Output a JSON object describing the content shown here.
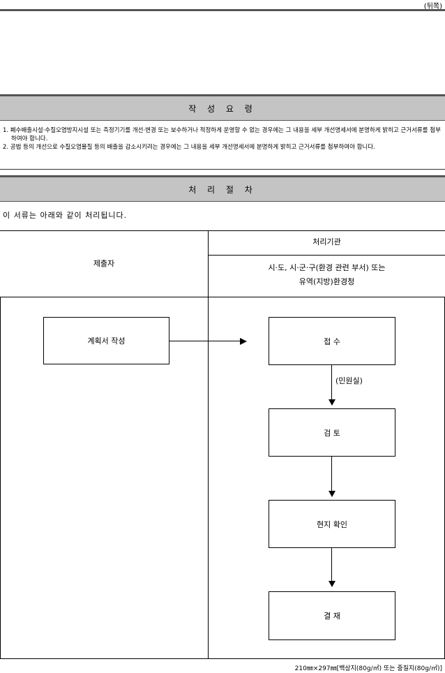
{
  "page_side_label": "(뒤쪽)",
  "instructions": {
    "title": "작 성 요 령",
    "items": [
      "1. 폐수배출시설·수질오염방지시설 또는 측정기기를 개선·변경 또는 보수하거나 적정하게 운영할 수 없는 경우에는 그 내용을 세부 개선명세서에 분명하게 밝히고 근거서류를 첨부하여야 합니다.",
      "2. 공법 등의 개선으로 수질오염물질 등의 배출을 감소시키려는 경우에는 그 내용을 세부 개선명세서에 분명하게 밝히고 근거서류를 첨부하여야 합니다."
    ]
  },
  "procedure": {
    "title": "처 리 절 차",
    "intro": "이 서류는 아래와 같이 처리됩니다.",
    "col_submitter": "제출자",
    "col_agency": "처리기관",
    "agency_line1": "시·도, 시·군·구(환경 관련 부서) 또는",
    "agency_line2": "유역(지방)환경청",
    "step_submit": "계획서 작성",
    "step_receive": "접 수",
    "note_receive": "(민원실)",
    "step_review": "검 토",
    "step_site": "현지 확인",
    "step_approve": "결 재"
  },
  "footer": "210㎜×297㎜[백상지(80g/㎡) 또는 중질지(80g/㎡)]"
}
